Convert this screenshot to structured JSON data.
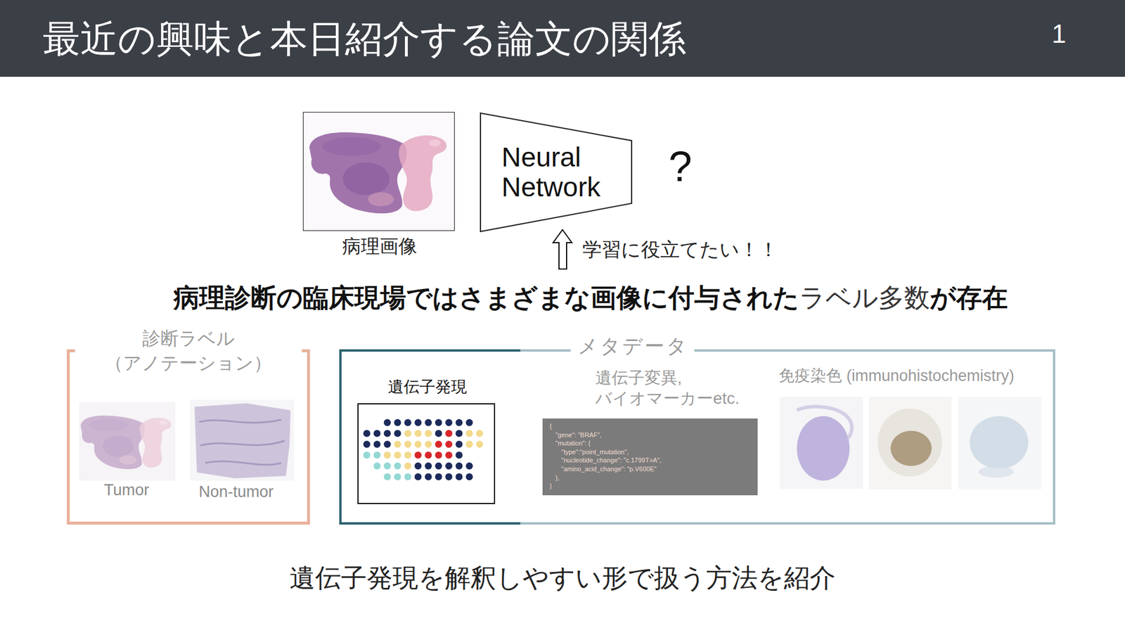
{
  "diagram": {
    "title": "最近の興味と本日紹介する論文の関係",
    "nodes": [
      {
        "text": [
          "病理画像"
        ]
      },
      {
        "text": [
          "Neural Network"
        ]
      },
      {
        "text": [
          "診断ラベル （アノテーション）"
        ]
      },
      {
        "text": [
          "メタデータ"
        ]
      },
      {
        "text": [
          "遺伝子発現"
        ],
        "in": 3
      },
      {
        "text": [
          "遺伝子変異, バイオマーカーetc.",
          "{",
          "\"gene\": \"BRAF\",",
          "\"mutation\": {",
          "\"type\":\"point_mutation\",",
          "\"nucleotide_change\": \"c.1799T>A\",",
          "\"amino_acid_change\": \"p.V600E\"",
          "},",
          "}"
        ],
        "in": 3
      }
    ],
    "labels": [
      "1",
      "?",
      "学習に役立てたい！！",
      "病理診断の臨床現場ではさまざまな画像に付与された",
      "ラベル多数",
      "が存在",
      "Tumor",
      "Non-tumor",
      "免疫染色 (immunohistochemistry)",
      "遺伝子発現を解釈しやすい形で扱う方法を紹介"
    ]
  }
}
